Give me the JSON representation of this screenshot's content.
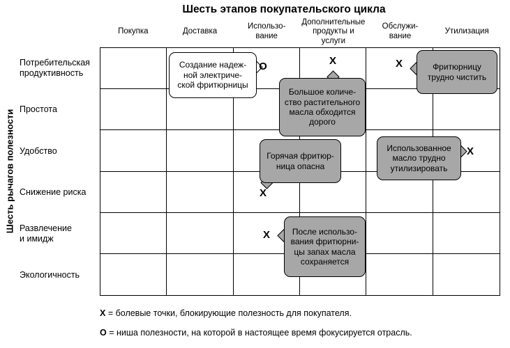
{
  "title": "Шесть этапов покупательского цикла",
  "y_axis_label": "Шесть рычагов полезности",
  "columns": [
    {
      "label": "Покупка"
    },
    {
      "label": "Доставка"
    },
    {
      "label": "Использо-\nвание"
    },
    {
      "label": "Дополнительные\nпродукты и услуги"
    },
    {
      "label": "Обслужи-\nвание"
    },
    {
      "label": "Утилизация"
    }
  ],
  "rows": [
    {
      "label": "Потребительская\nпродуктивность"
    },
    {
      "label": "Простота"
    },
    {
      "label": "Удобство"
    },
    {
      "label": "Снижение риска"
    },
    {
      "label": "Развлечение\nи имидж"
    },
    {
      "label": "Экологичность"
    }
  ],
  "callouts": [
    {
      "style": "white",
      "text": "Создание надеж-\nной электриче-\nской фритюрницы"
    },
    {
      "style": "gray",
      "text": "Большое количе-\nство растительного\nмасла обходится\nдорого"
    },
    {
      "style": "gray",
      "text": "Фритюрницу\nтрудно чистить"
    },
    {
      "style": "gray",
      "text": "Горячая фритюр-\nница опасна"
    },
    {
      "style": "gray",
      "text": "Использованное\nмасло трудно\nутилизировать"
    },
    {
      "style": "gray",
      "text": "После использо-\nвания фритюрни-\nцы запах масла\nсохраняется"
    }
  ],
  "markers": [
    {
      "symbol": "O"
    },
    {
      "symbol": "X"
    },
    {
      "symbol": "X"
    },
    {
      "symbol": "X"
    },
    {
      "symbol": "X"
    },
    {
      "symbol": "X"
    }
  ],
  "legend": [
    {
      "symbol": "X",
      "text": "= болевые точки, блокирующие полезность для покупателя."
    },
    {
      "symbol": "О",
      "text": "= ниша полезности, на которой в настоящее время фокусируется отрасль."
    }
  ],
  "colors": {
    "callout_gray": "#a7a7a7",
    "line": "#000000",
    "background": "#ffffff"
  }
}
